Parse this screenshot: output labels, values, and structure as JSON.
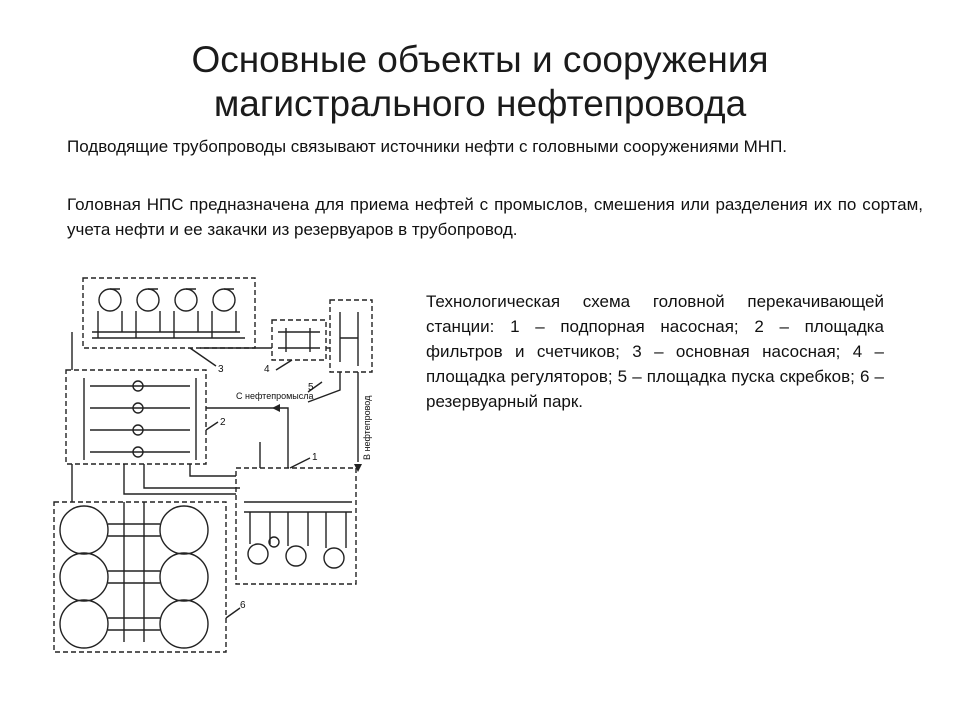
{
  "title": {
    "line1": "Основные объекты и сооружения",
    "line2": "магистрального нефтепровода"
  },
  "paragraphs": [
    "Подводящие трубопроводы связывают источники нефти с головными сооружениями МНП.",
    "Головная НПС предназначена для приема нефтей с промыслов, смешения или разделения их по сортам, учета нефти и ее закачки из резервуаров в трубопровод."
  ],
  "diagram": {
    "labels": {
      "n1": "1",
      "n2": "2",
      "n3": "3",
      "n4": "4",
      "n5": "5",
      "n6": "6",
      "from_field": "С нефтепромысла",
      "to_pipeline": "В нефтепровод"
    }
  },
  "caption": "Технологическая схема головной перекачивающей станции: 1 – подпорная насосная; 2 – площадка фильтров и счетчиков; 3 – основная насосная; 4 – площадка регуляторов; 5 – площадка пуска скребков; 6 – резервуарный парк.",
  "colors": {
    "text": "#111111",
    "lines": "#222222"
  }
}
